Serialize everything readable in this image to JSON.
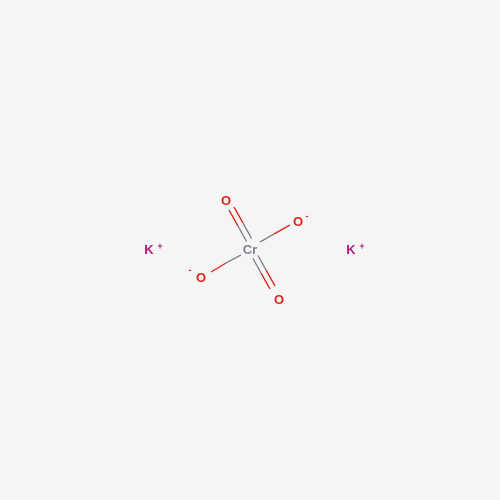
{
  "molecule": {
    "atoms": [
      {
        "id": "cr",
        "symbol": "Cr",
        "charge": "",
        "color": "#808090"
      },
      {
        "id": "o1",
        "symbol": "O",
        "charge": "",
        "color": "#e0241a"
      },
      {
        "id": "o2",
        "symbol": "O",
        "charge": "-",
        "color": "#e0241a"
      },
      {
        "id": "o3",
        "symbol": "O",
        "charge": "-",
        "color": "#e0241a"
      },
      {
        "id": "o4",
        "symbol": "O",
        "charge": "",
        "color": "#e0241a"
      },
      {
        "id": "k1",
        "symbol": "K",
        "charge": "+",
        "color": "#b21b84"
      },
      {
        "id": "k2",
        "symbol": "K",
        "charge": "+",
        "color": "#b21b84"
      }
    ],
    "bonds": [
      {
        "from": "cr",
        "to": "o1",
        "order": 2
      },
      {
        "from": "cr",
        "to": "o2",
        "order": 1
      },
      {
        "from": "cr",
        "to": "o3",
        "order": 1
      },
      {
        "from": "cr",
        "to": "o4",
        "order": 2
      }
    ]
  }
}
